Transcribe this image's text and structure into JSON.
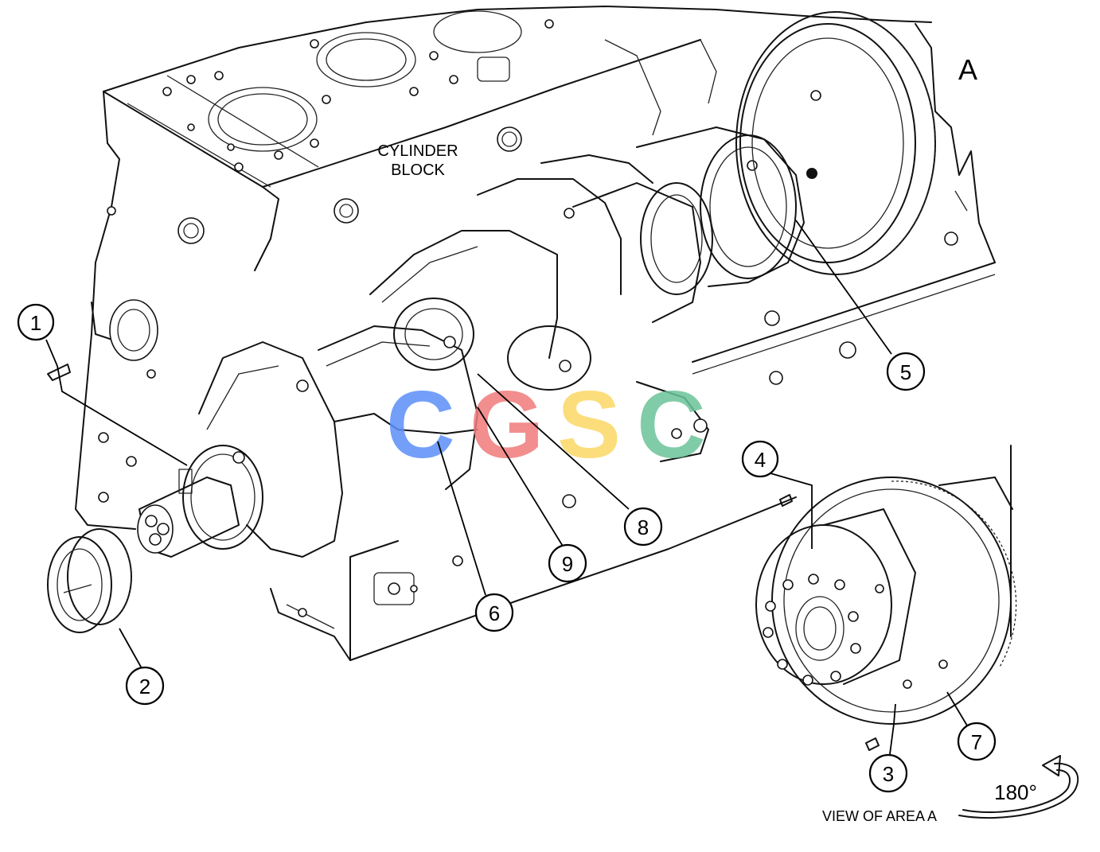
{
  "labels": {
    "cylinder_block_line1": "CYLINDER",
    "cylinder_block_line2": "BLOCK",
    "area_letter": "A",
    "view_of_area": "VIEW OF AREA  A",
    "rotation": "180°"
  },
  "callouts": [
    "1",
    "2",
    "3",
    "4",
    "5",
    "6",
    "7",
    "8",
    "9"
  ],
  "watermark": {
    "text": "CGSC",
    "colors": [
      "#5b8ff9",
      "#f07b7b",
      "#fbd864",
      "#6cc49a"
    ]
  }
}
